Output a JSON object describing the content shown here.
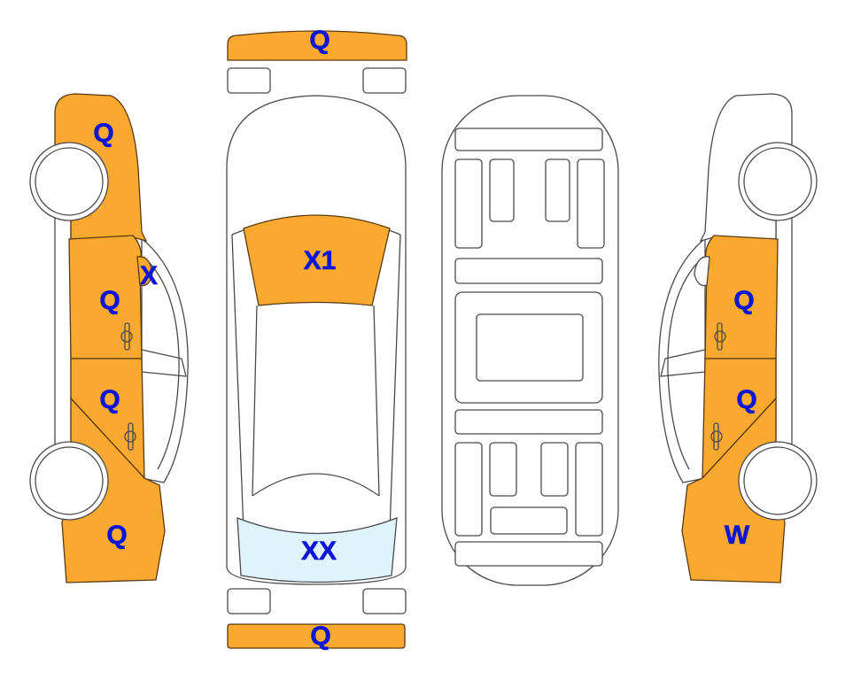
{
  "colors": {
    "damaged": "#f9a92f",
    "glass_damage": "#def3fb",
    "label": "#0b16d6"
  },
  "labels": {
    "front_bumper": "Q",
    "windshield": "X1",
    "rear_window": "XX",
    "rear_bumper": "Q",
    "left_front_fender": "Q",
    "left_mirror": "X",
    "left_front_door": "Q",
    "left_rear_door": "Q",
    "left_rear_quarter": "Q",
    "right_front_door": "Q",
    "right_rear_door": "Q",
    "right_rear_quarter": "W"
  }
}
